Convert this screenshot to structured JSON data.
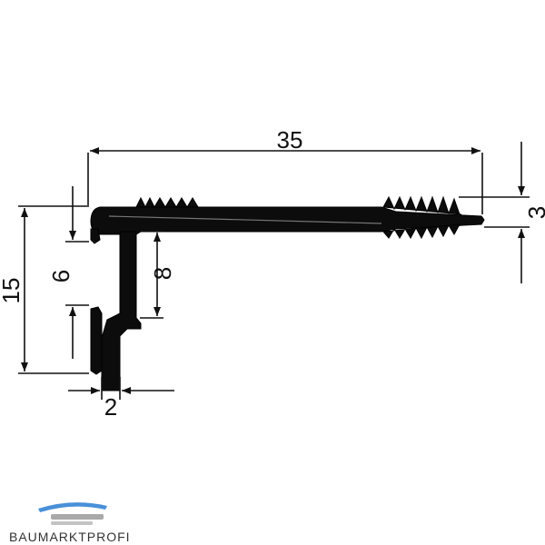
{
  "dimensions": {
    "width_total": "35",
    "height_total": "15",
    "lip_height": "3",
    "gap_height": "6",
    "leg_depth": "8",
    "leg_thickness": "2"
  },
  "logo": {
    "text": "BAUMARKTPROFI",
    "colors": {
      "roof": "#4a90d9",
      "bar": "#a9a9a9"
    }
  },
  "colors": {
    "profile": "#0c0c0c",
    "lines": "#111111"
  }
}
